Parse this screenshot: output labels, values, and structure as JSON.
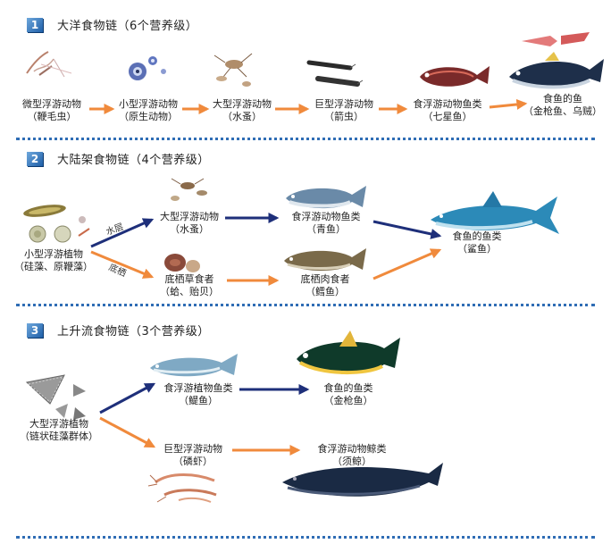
{
  "sections": [
    {
      "number": "1",
      "title": "大洋食物链（6个营养级）",
      "nodes": [
        {
          "line1": "微型浮游动物",
          "line2": "（鞭毛虫）",
          "icon": "flagellate-icon"
        },
        {
          "line1": "小型浮游动物",
          "line2": "（原生动物）",
          "icon": "protozoa-icon"
        },
        {
          "line1": "大型浮游动物",
          "line2": "（水蚤）",
          "icon": "water-flea-icon"
        },
        {
          "line1": "巨型浮游动物",
          "line2": "（箭虫）",
          "icon": "arrow-worm-icon"
        },
        {
          "line1": "食浮游动物鱼类",
          "line2": "（七星鱼）",
          "icon": "lanternfish-icon"
        },
        {
          "line1": "食鱼的鱼",
          "line2": "（金枪鱼、乌贼）",
          "icon": "tuna-squid-icon"
        }
      ]
    },
    {
      "number": "2",
      "title": "大陆架食物链（4个营养级）",
      "side_labels": [
        "水层",
        "底栖"
      ],
      "nodes": [
        {
          "line1": "小型浮游植物",
          "line2": "（硅藻、原鞭藻）",
          "icon": "diatom-icon"
        },
        {
          "line1": "大型浮游动物",
          "line2": "（水蚤）",
          "icon": "water-flea-icon"
        },
        {
          "line1": "底栖草食者",
          "line2": "（蛤、贻贝）",
          "icon": "clam-icon"
        },
        {
          "line1": "食浮游动物鱼类",
          "line2": "（青鱼）",
          "icon": "herring-icon"
        },
        {
          "line1": "底栖肉食者",
          "line2": "（鳕鱼）",
          "icon": "cod-icon"
        },
        {
          "line1": "食鱼的鱼类",
          "line2": "（鲨鱼）",
          "icon": "shark-icon"
        }
      ]
    },
    {
      "number": "3",
      "title": "上升流食物链（3个营养级）",
      "nodes": [
        {
          "line1": "大型浮游植物",
          "line2": "（链状硅藻群体）",
          "icon": "chain-diatom-icon"
        },
        {
          "line1": "食浮游植物鱼类",
          "line2": "（鳀鱼）",
          "icon": "anchovy-icon"
        },
        {
          "line1": "巨型浮游动物",
          "line2": "（磷虾）",
          "icon": "krill-icon"
        },
        {
          "line1": "食鱼的鱼类",
          "line2": "（金枪鱼）",
          "icon": "tuna-icon"
        },
        {
          "line1": "食浮游动物鲸类",
          "line2": "（须鲸）",
          "icon": "baleen-whale-icon"
        }
      ]
    }
  ],
  "colors": {
    "orange_arrow": "#f08a3c",
    "navy_arrow": "#1e2f7a",
    "divider": "#2f6db5",
    "badge": "#2e73c0"
  }
}
